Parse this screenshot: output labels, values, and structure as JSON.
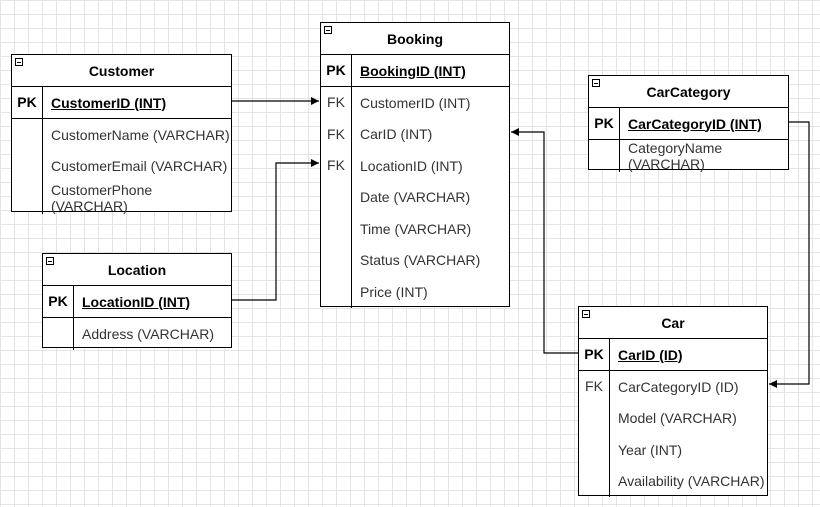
{
  "entities": {
    "customer": {
      "title": "Customer",
      "pk_label": "PK",
      "pk_field": "CustomerID (INT)",
      "fields": [
        {
          "key": "",
          "name": "CustomerName (VARCHAR)"
        },
        {
          "key": "",
          "name": "CustomerEmail (VARCHAR)"
        },
        {
          "key": "",
          "name": "CustomerPhone (VARCHAR)"
        }
      ]
    },
    "booking": {
      "title": "Booking",
      "pk_label": "PK",
      "pk_field": "BookingID (INT)",
      "fields": [
        {
          "key": "FK",
          "name": "CustomerID (INT)"
        },
        {
          "key": "FK",
          "name": "CarID (INT)"
        },
        {
          "key": "FK",
          "name": "LocationID (INT)"
        },
        {
          "key": "",
          "name": "Date (VARCHAR)"
        },
        {
          "key": "",
          "name": "Time (VARCHAR)"
        },
        {
          "key": "",
          "name": "Status (VARCHAR)"
        },
        {
          "key": "",
          "name": "Price (INT)"
        }
      ]
    },
    "carcategory": {
      "title": "CarCategory",
      "pk_label": "PK",
      "pk_field": "CarCategoryID (INT)",
      "fields": [
        {
          "key": "",
          "name": "CategoryName (VARCHAR)"
        }
      ]
    },
    "location": {
      "title": "Location",
      "pk_label": "PK",
      "pk_field": "LocationID (INT)",
      "fields": [
        {
          "key": "",
          "name": "Address (VARCHAR)"
        }
      ]
    },
    "car": {
      "title": "Car",
      "pk_label": "PK",
      "pk_field": "CarID (ID)",
      "fields": [
        {
          "key": "FK",
          "name": "CarCategoryID (ID)"
        },
        {
          "key": "",
          "name": "Model (VARCHAR)"
        },
        {
          "key": "",
          "name": "Year (INT)"
        },
        {
          "key": "",
          "name": "Availability (VARCHAR)"
        }
      ]
    }
  },
  "colors": {
    "line": "#000000",
    "grid": "#e4e4e4"
  }
}
